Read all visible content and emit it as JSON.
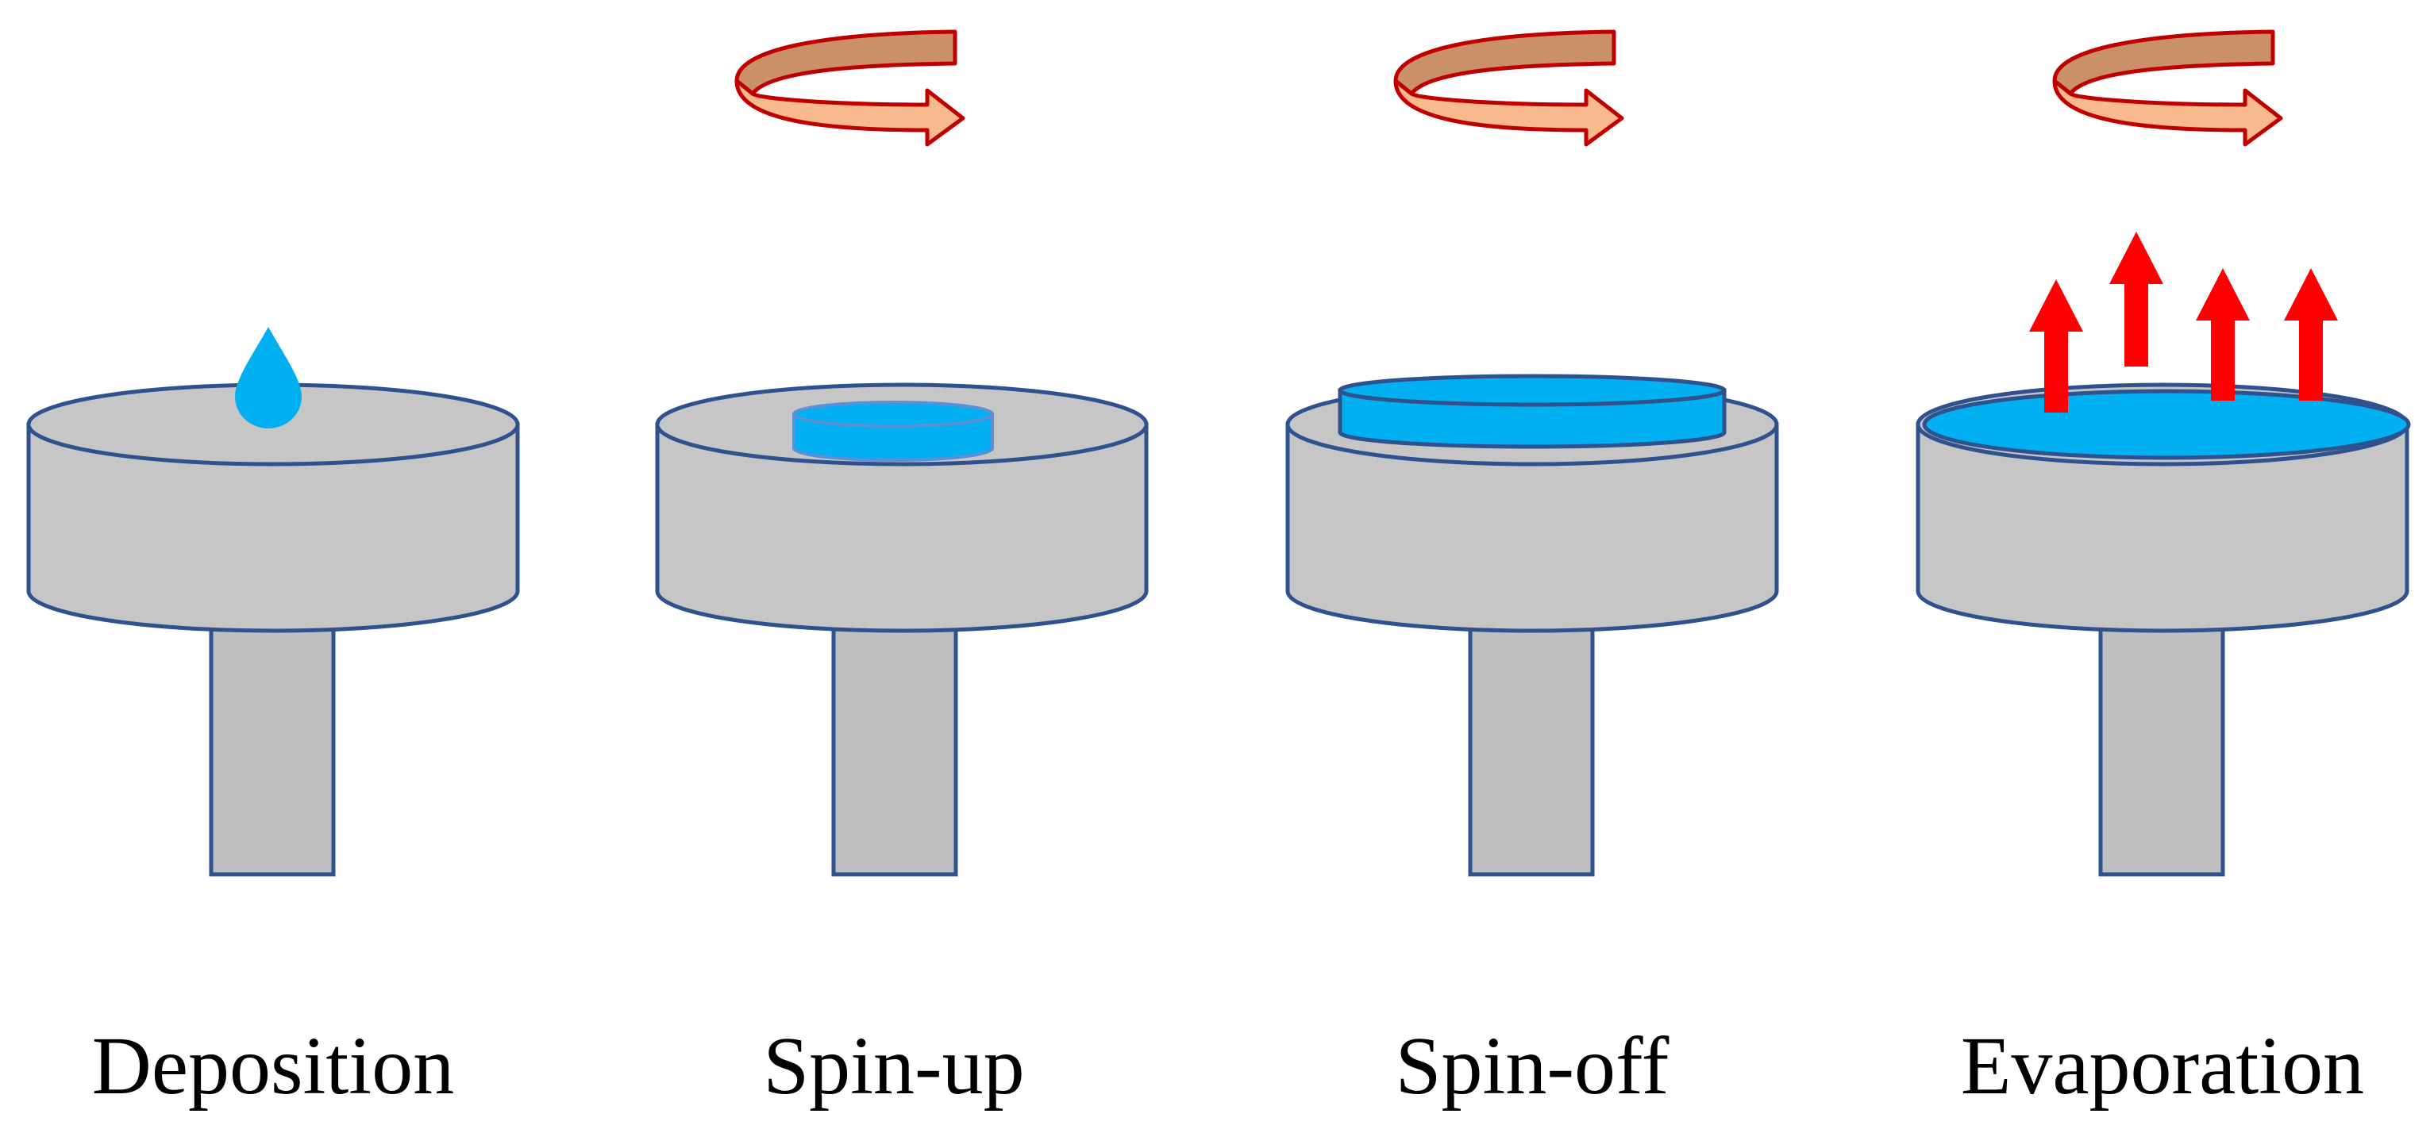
{
  "stages": [
    {
      "id": "deposition",
      "label": "Deposition",
      "rotation": false,
      "fluid": "droplet",
      "evaporation": false
    },
    {
      "id": "spin-up",
      "label": "Spin-up",
      "rotation": true,
      "fluid": "puddle",
      "evaporation": false
    },
    {
      "id": "spin-off",
      "label": "Spin-off",
      "rotation": true,
      "fluid": "thick-film",
      "evaporation": false
    },
    {
      "id": "evaporation",
      "label": "Evaporation",
      "rotation": true,
      "fluid": "thin-film",
      "evaporation": true
    }
  ],
  "colors": {
    "chuck_fill": "#c6c6c6",
    "shaft_fill": "#bfbfbf",
    "outline": "#2f528f",
    "fluid": "#00b0f0",
    "rotation_arrow_fill": "#f8b98c",
    "rotation_arrow_back": "#c9906a",
    "rotation_arrow_stroke": "#c00000",
    "evaporation_arrow": "#ff0000",
    "label_text": "#000000"
  },
  "icons": {
    "rotation": "curved-rotation-arrow-icon",
    "evaporation": "up-arrow-icon",
    "droplet": "droplet-icon"
  }
}
